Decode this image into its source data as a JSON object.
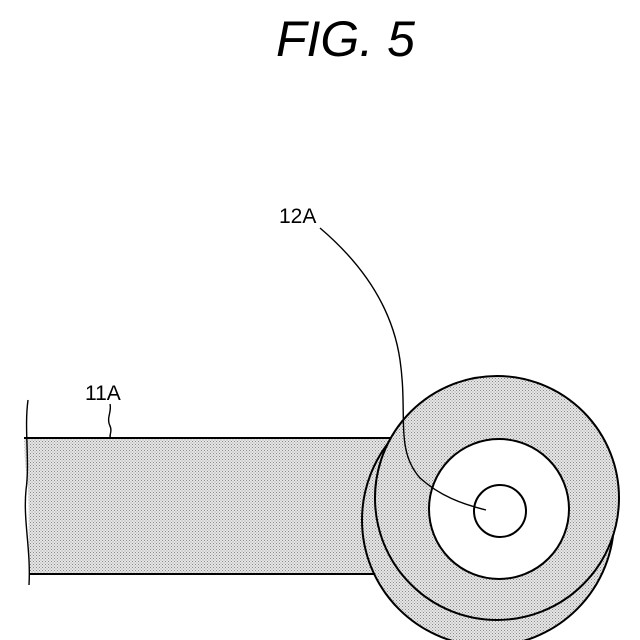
{
  "figure": {
    "title": "FIG. 5",
    "labels": {
      "label_12a": "12A",
      "label_11a": "11A"
    }
  },
  "colors": {
    "hatch_background": "#e6e6e6",
    "hatch_dots": "#8a8a8a",
    "line": "#000000",
    "paper": "#ffffff"
  }
}
